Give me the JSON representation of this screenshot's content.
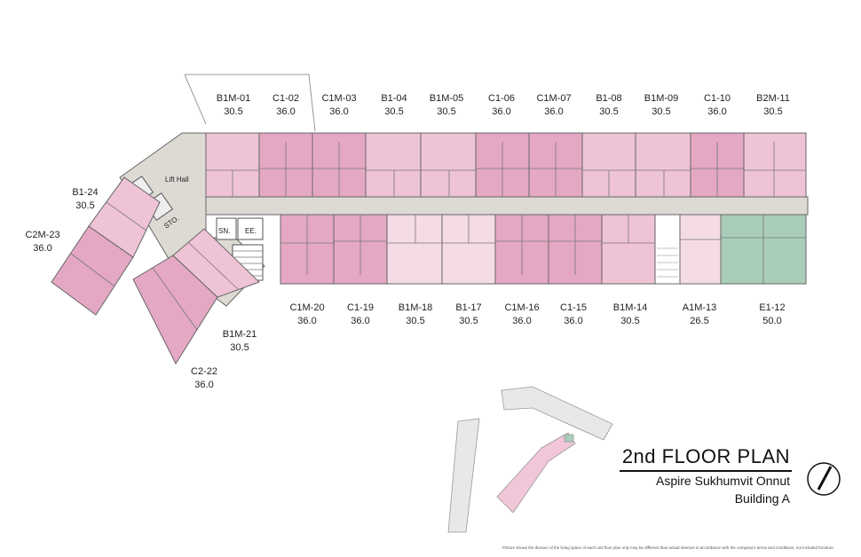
{
  "title": "2nd FLOOR PLAN",
  "project": "Aspire Sukhumvit Onnut",
  "building": "Building A",
  "footnote": "Picture shows the division of the living space of each unit floor plan only may be different than actual interiors in accordance with the company's terms and conditions, not included furniture",
  "areas": {
    "lift_hall": "Lift Hall",
    "sn": "SN.",
    "ee": "EE.",
    "sto": "STO."
  },
  "colors": {
    "unit_pink": "#efc3d6",
    "unit_pink_dark": "#e4a8c4",
    "unit_light": "#f5dbe5",
    "unit_green": "#a9cdb9",
    "corridor": "#ddd9d3",
    "wall": "#555555"
  },
  "units": [
    {
      "code": "B1M-01",
      "area": "30.5"
    },
    {
      "code": "C1-02",
      "area": "36.0"
    },
    {
      "code": "C1M-03",
      "area": "36.0"
    },
    {
      "code": "B1-04",
      "area": "30.5"
    },
    {
      "code": "B1M-05",
      "area": "30.5"
    },
    {
      "code": "C1-06",
      "area": "36.0"
    },
    {
      "code": "C1M-07",
      "area": "36.0"
    },
    {
      "code": "B1-08",
      "area": "30.5"
    },
    {
      "code": "B1M-09",
      "area": "30.5"
    },
    {
      "code": "C1-10",
      "area": "36.0"
    },
    {
      "code": "B2M-11",
      "area": "30.5"
    },
    {
      "code": "E1-12",
      "area": "50.0"
    },
    {
      "code": "A1M-13",
      "area": "26.5"
    },
    {
      "code": "B1M-14",
      "area": "30.5"
    },
    {
      "code": "C1-15",
      "area": "36.0"
    },
    {
      "code": "C1M-16",
      "area": "36.0"
    },
    {
      "code": "B1-17",
      "area": "30.5"
    },
    {
      "code": "B1M-18",
      "area": "30.5"
    },
    {
      "code": "C1-19",
      "area": "36.0"
    },
    {
      "code": "C1M-20",
      "area": "36.0"
    },
    {
      "code": "B1M-21",
      "area": "30.5"
    },
    {
      "code": "C2-22",
      "area": "36.0"
    },
    {
      "code": "C2M-23",
      "area": "36.0"
    },
    {
      "code": "B1-24",
      "area": "30.5"
    }
  ]
}
